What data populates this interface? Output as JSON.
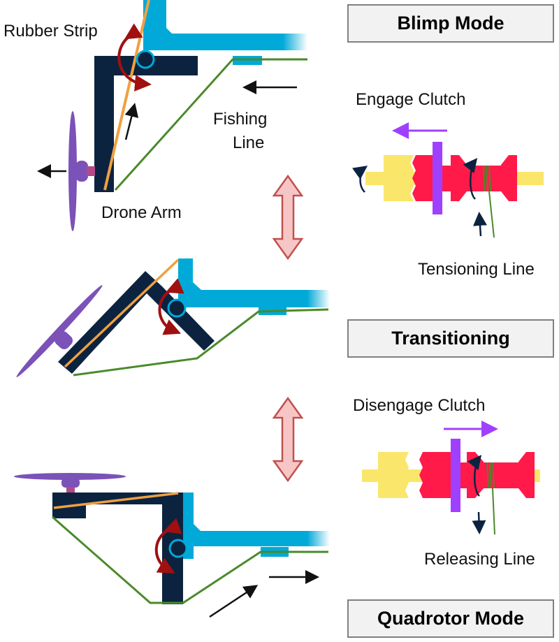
{
  "labels": {
    "rubber_strip": "Rubber Strip",
    "fishing_line_1": "Fishing",
    "fishing_line_2": "Line",
    "drone_arm": "Drone Arm",
    "engage_clutch": "Engage Clutch",
    "tensioning_line": "Tensioning Line",
    "disengage_clutch": "Disengage Clutch",
    "releasing_line": "Releasing Line"
  },
  "modes": {
    "blimp": "Blimp Mode",
    "transitioning": "Transitioning",
    "quadrotor": "Quadrotor Mode"
  },
  "colors": {
    "frame": "#00a9d8",
    "drone_arm": "#0c2340",
    "rubber_strip": "#f0a040",
    "fishing_line": "#4a8a2a",
    "propeller": "#7b52b8",
    "pivot_arrow": "#a01010",
    "clutch_yellow": "#fbe66c",
    "clutch_red": "#ff1a4a",
    "clutch_plate": "#a040ff",
    "double_arrow_fill": "#f6c6c6",
    "double_arrow_stroke": "#c0504d"
  }
}
